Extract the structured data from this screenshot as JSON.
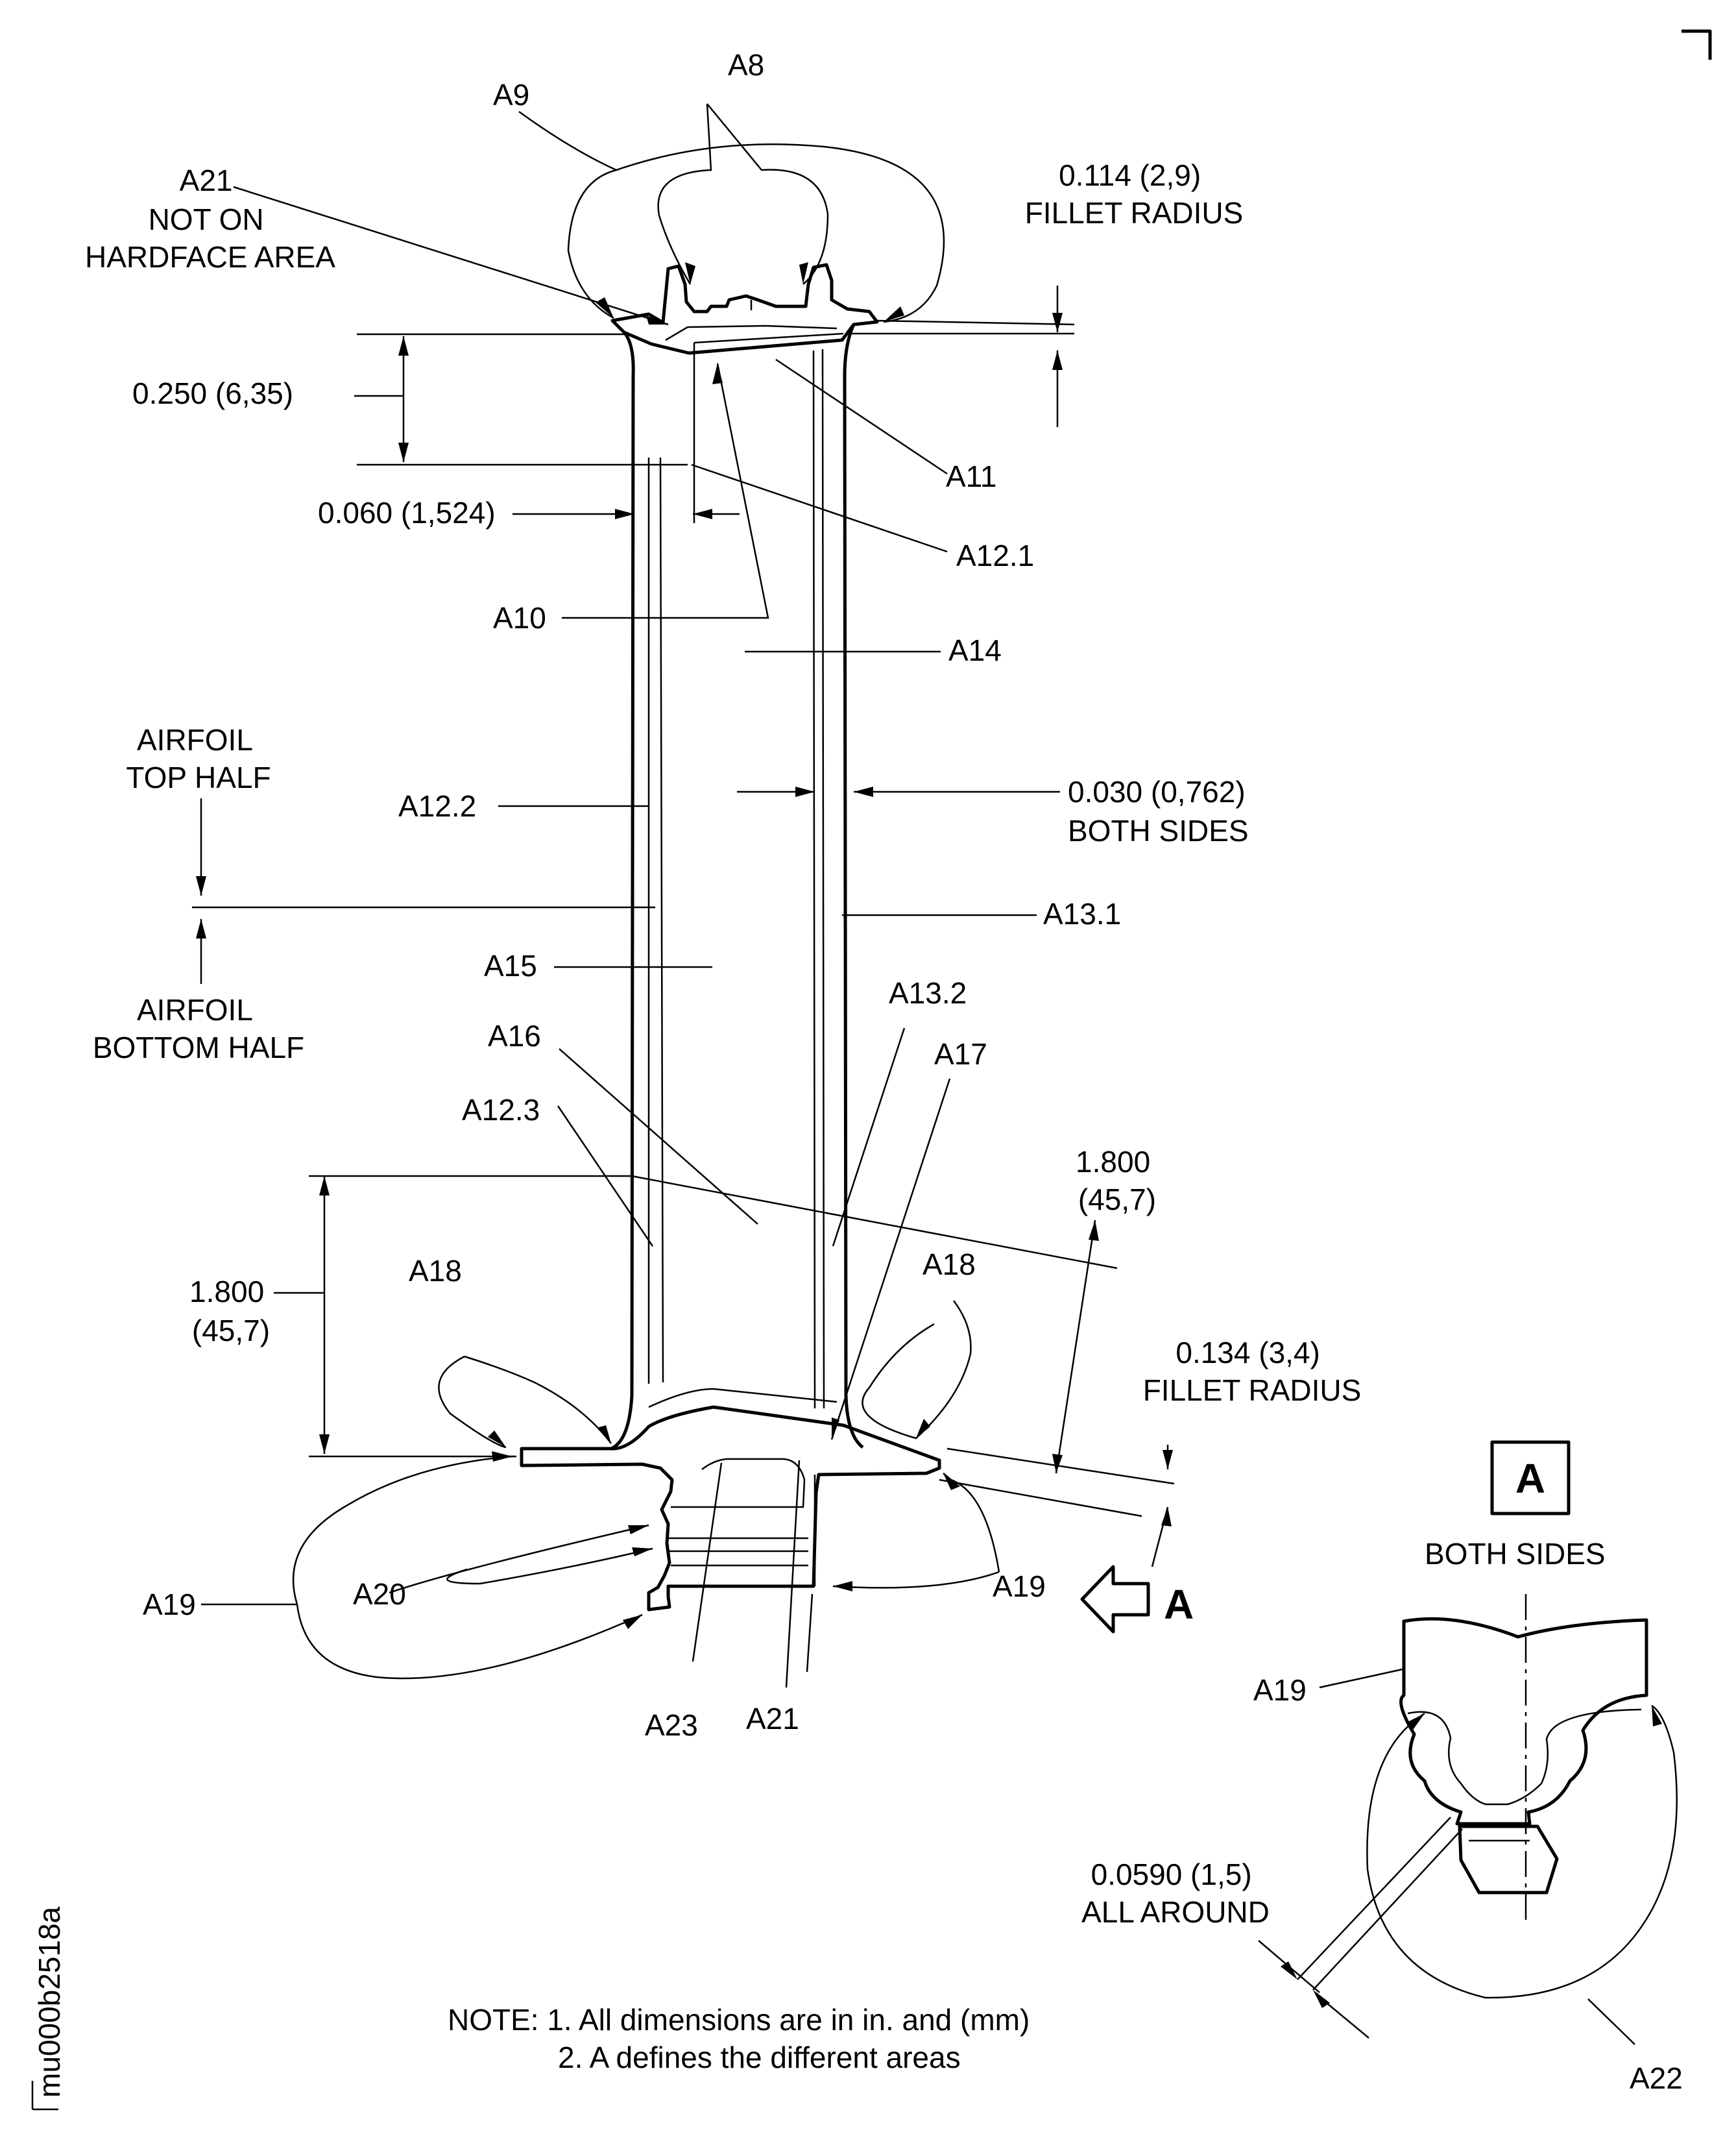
{
  "drawing_id": "mu000b2518a",
  "labels": {
    "a8": "A8",
    "a9": "A9",
    "a21_top": [
      "A21",
      "NOT ON",
      "HARDFACE AREA"
    ],
    "fillet_top": [
      "0.114 (2,9)",
      "FILLET RADIUS"
    ],
    "dim_0250": "0.250 (6,35)",
    "a11": "A11",
    "dim_0060": "0.060 (1,524)",
    "a12_1": "A12.1",
    "a10": "A10",
    "a14": "A14",
    "airfoil_top": [
      "AIRFOIL",
      "TOP HALF"
    ],
    "a12_2": "A12.2",
    "dim_0030": [
      "0.030 (0,762)",
      "BOTH SIDES"
    ],
    "a13_1": "A13.1",
    "a15": "A15",
    "airfoil_bottom": [
      "AIRFOIL",
      "BOTTOM HALF"
    ],
    "a13_2": "A13.2",
    "a16": "A16",
    "a17": "A17",
    "a12_3": "A12.3",
    "dim_1800_right": [
      "1.800",
      "(45,7)"
    ],
    "dim_1800_left": [
      "1.800",
      "(45,7)"
    ],
    "a18_left": "A18",
    "a18_right": "A18",
    "fillet_bottom": [
      "0.134 (3,4)",
      "FILLET RADIUS"
    ],
    "a19_left": "A19",
    "a20": "A20",
    "a19_right": "A19",
    "view_arrow_label": "A",
    "a23": "A23",
    "a21_bottom": "A21",
    "detail_box": "A",
    "both_sides": "BOTH SIDES",
    "a19_detail": "A19",
    "dim_0590": [
      "0.0590 (1,5)",
      "ALL AROUND"
    ],
    "a22": "A22"
  },
  "notes": [
    "NOTE: 1. All dimensions are in in. and (mm)",
    "2. A defines the different areas"
  ]
}
